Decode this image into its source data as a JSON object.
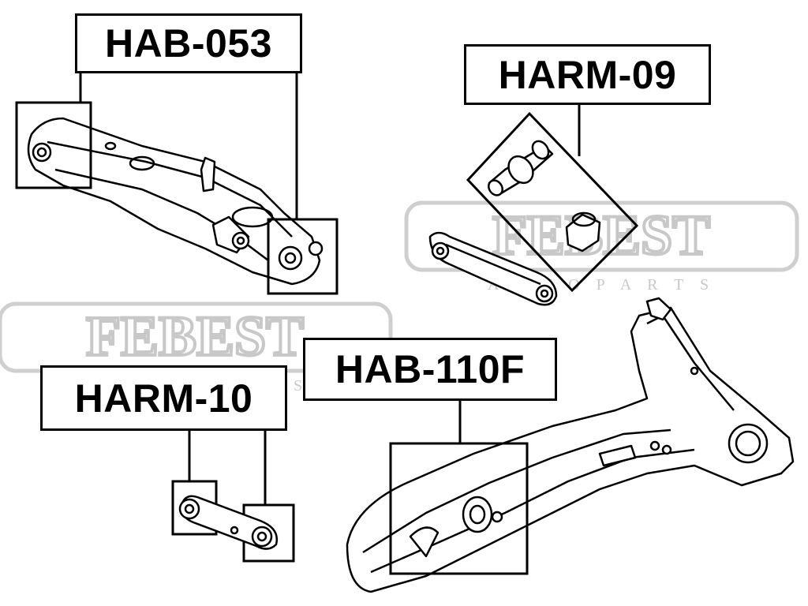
{
  "labels": {
    "hab053": "HAB-053",
    "harm09": "HARM-09",
    "harm10": "HARM-10",
    "hab110f": "HAB-110F"
  },
  "watermark": {
    "brand": "FEBEST",
    "tagline": "A U T O  P A R T S"
  },
  "colors": {
    "ink": "#000000",
    "watermark": "#c8c8c8",
    "background": "#ffffff"
  }
}
